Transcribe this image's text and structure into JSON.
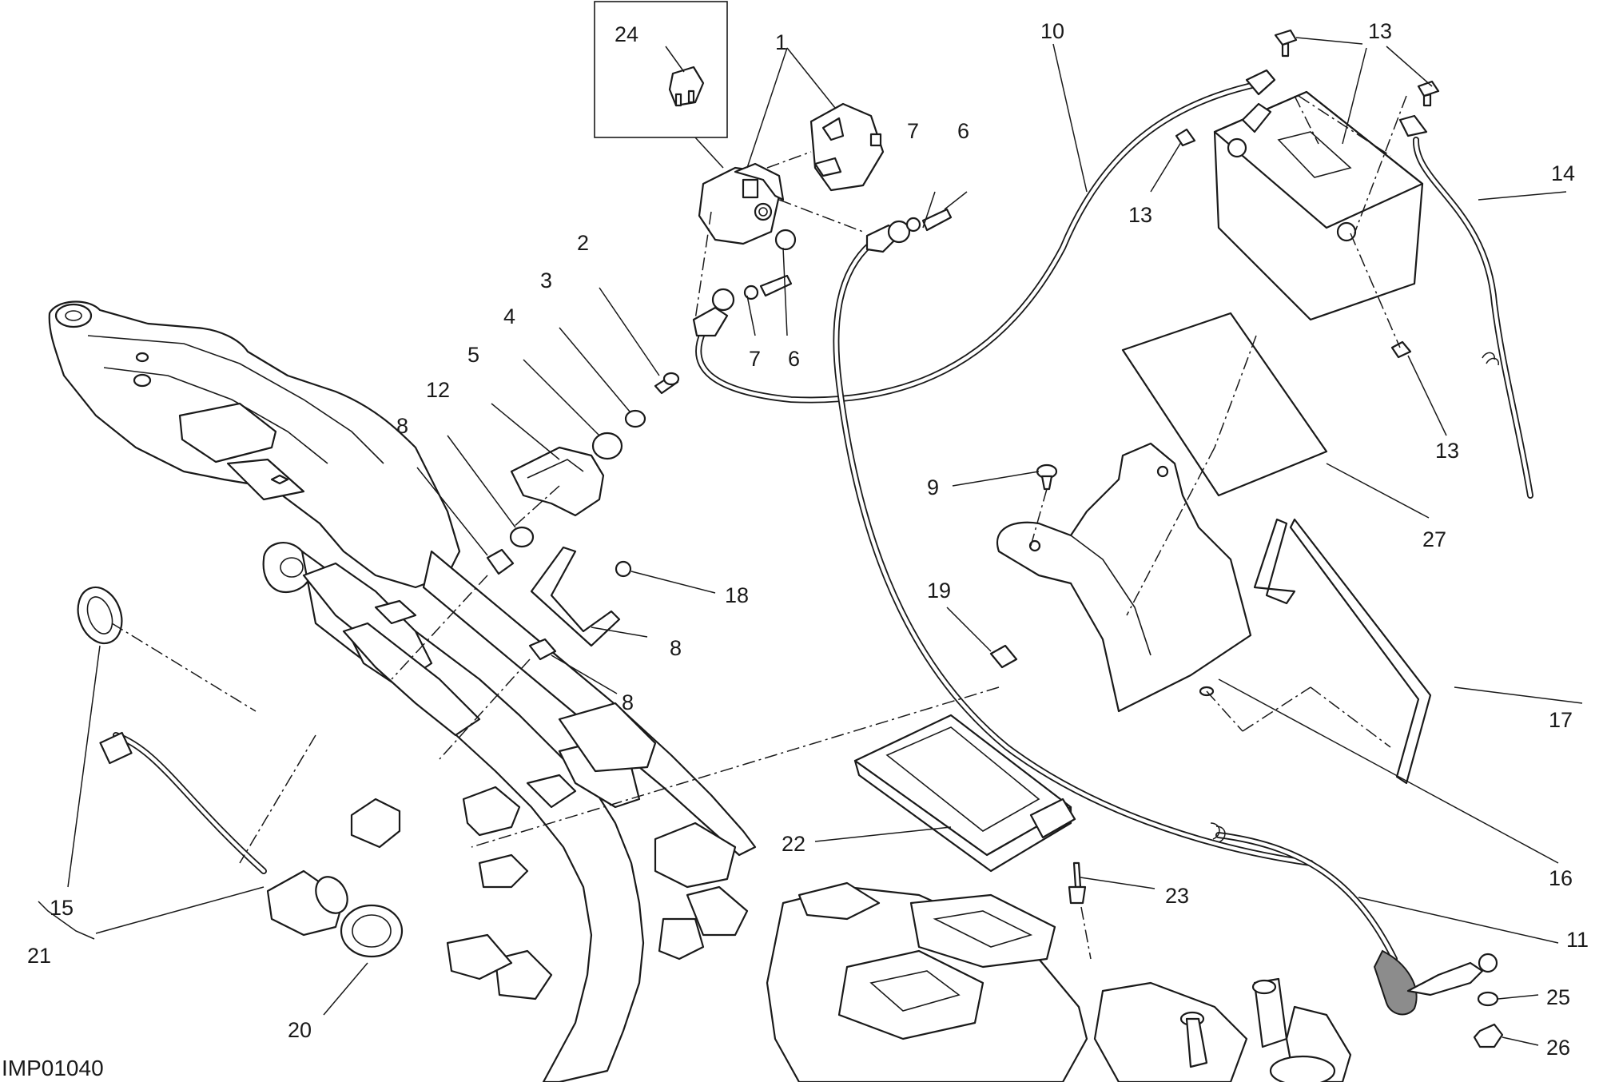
{
  "diagram": {
    "code": "IMP01040",
    "labels": [
      "24",
      "1",
      "10",
      "13",
      "13",
      "14",
      "7",
      "6",
      "13",
      "2",
      "3",
      "4",
      "5",
      "7",
      "6",
      "12",
      "8",
      "9",
      "13",
      "27",
      "18",
      "19",
      "8",
      "8",
      "17",
      "15",
      "22",
      "16",
      "23",
      "11",
      "21",
      "20",
      "25",
      "26"
    ]
  }
}
